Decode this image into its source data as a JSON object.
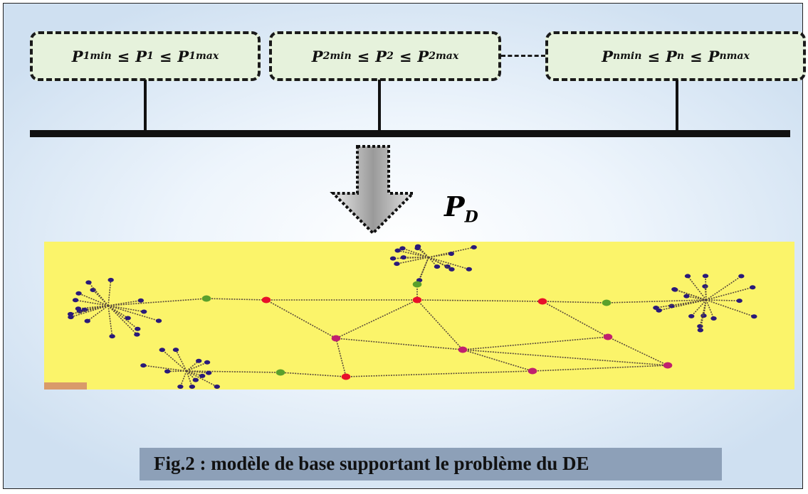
{
  "generators": [
    {
      "p": "P",
      "min_sub": "1min",
      "var_sub": "1",
      "max_sub": "1max",
      "op": "≤"
    },
    {
      "p": "P",
      "min_sub": "2min",
      "var_sub": "2",
      "max_sub": "2max",
      "op": "≤"
    },
    {
      "p": "P",
      "min_sub": "nmin",
      "var_sub": "n",
      "max_sub": "nmax",
      "op": "≤"
    }
  ],
  "demand": {
    "symbol": "P",
    "sub": "D"
  },
  "caption": "Fig.2 :  modèle de base supportant le problème du DE",
  "colors": {
    "generator_fill": "#e6f2dc",
    "network_bg": "#fbf46a",
    "caption_bar": "#8da0b8",
    "node_red": "#e8102a",
    "node_magenta": "#c0206e",
    "node_green": "#5aa02c",
    "node_leaf": "#2a1a7a"
  }
}
